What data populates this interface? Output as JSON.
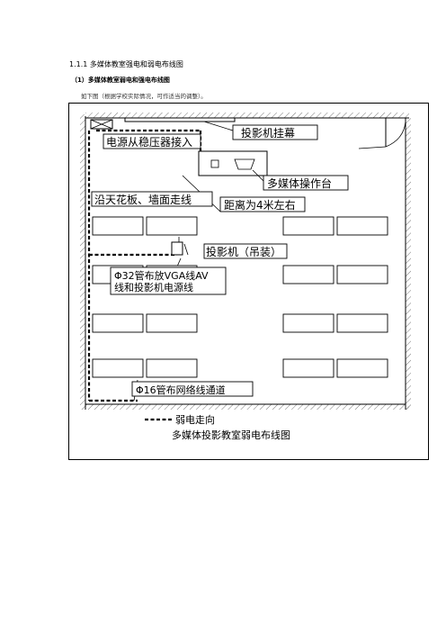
{
  "section_heading": "1.1.1 多媒体教室强电和弱电布线图",
  "subsection_heading": "（1）多媒体教室弱电和强电布线图",
  "intro_text": "如下图（根据学校实际情况，可作适当的调整）。",
  "diagram": {
    "label_screen": "投影机挂幕",
    "label_power_entry": "电源从稳压器接入",
    "label_console": "多媒体操作台",
    "label_ceiling_route": "沿天花板、墙面走线",
    "label_distance": "距离为4米左右",
    "label_projector": "投影机（吊装）",
    "label_pipe32_line1": "Φ32管布放VGA线AV",
    "label_pipe32_line2": "线和投影机电源线",
    "label_pipe16": "Φ16管布网络线通道",
    "legend_weak_current": "弱电走向",
    "caption": "多媒体投影教室弱电布线图"
  }
}
